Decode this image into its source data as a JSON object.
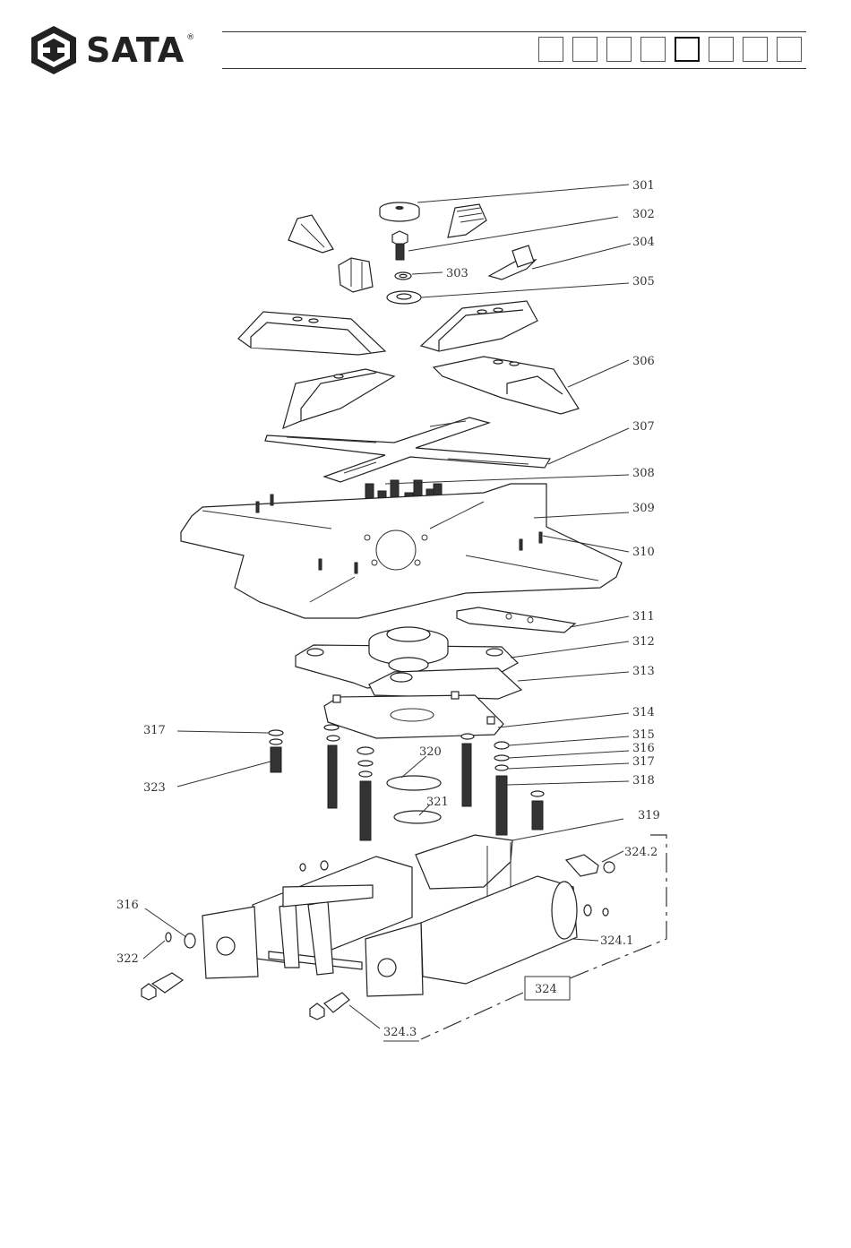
{
  "brand": {
    "name": "SATA",
    "registered": "®"
  },
  "header": {
    "nav_boxes": 8,
    "active_box": 5
  },
  "callouts": {
    "p301": "301",
    "p302": "302",
    "p303": "303",
    "p304": "304",
    "p305": "305",
    "p306": "306",
    "p307": "307",
    "p308": "308",
    "p309": "309",
    "p310": "310",
    "p311": "311",
    "p312": "312",
    "p313": "313",
    "p314": "314",
    "p315": "315",
    "p316": "316",
    "p317": "317",
    "p318": "318",
    "p319": "319",
    "p320": "320",
    "p321": "321",
    "p322": "322",
    "p323": "323",
    "p324": "324",
    "p324_1": "324.1",
    "p324_2": "324.2",
    "p324_3": "324.3",
    "p316_left": "316",
    "p317_left": "317"
  }
}
